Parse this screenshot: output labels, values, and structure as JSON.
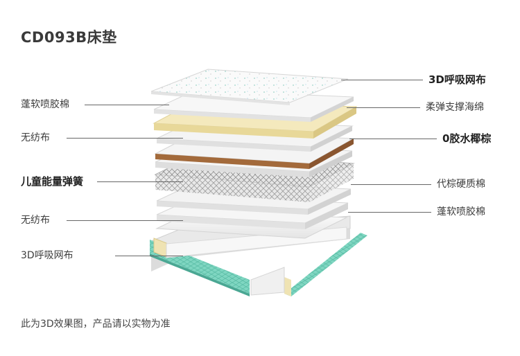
{
  "title": "CD093B床垫",
  "labels_left": [
    "蓬软喷胶棉",
    "无纺布",
    "儿童能量弹簧",
    "无纺布",
    "3D呼吸网布"
  ],
  "labels_right": [
    "3D呼吸网布",
    "柔弹支撑海绵",
    "0胶水椰棕",
    "代棕硬质棉",
    "蓬软喷胶棉"
  ],
  "note": "此为3D效果图，产品请以实物为准",
  "colors": {
    "foam": "#f3e8b9",
    "coir": "#a36a3b",
    "mesh_teal": "#6fcfb9",
    "layer_white": "#f5f5f5"
  }
}
